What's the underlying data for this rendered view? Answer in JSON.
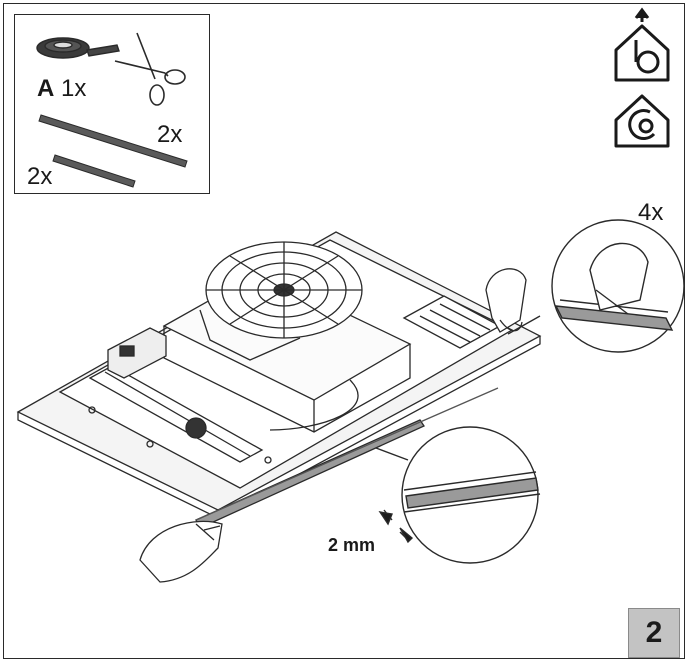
{
  "parts": {
    "tape_letter": "A",
    "tape_qty": "1x",
    "strip_long_qty": "2x",
    "strip_short_qty": "2x"
  },
  "callouts": {
    "corners_qty": "4x",
    "gap_label": "2 mm"
  },
  "step_number": "2",
  "icons": [
    "ducted-mode-icon",
    "recirculation-mode-icon"
  ],
  "colors": {
    "line": "#2a2a2a",
    "gasket": "#9a9a9a",
    "step_box": "#c3c3c3"
  }
}
